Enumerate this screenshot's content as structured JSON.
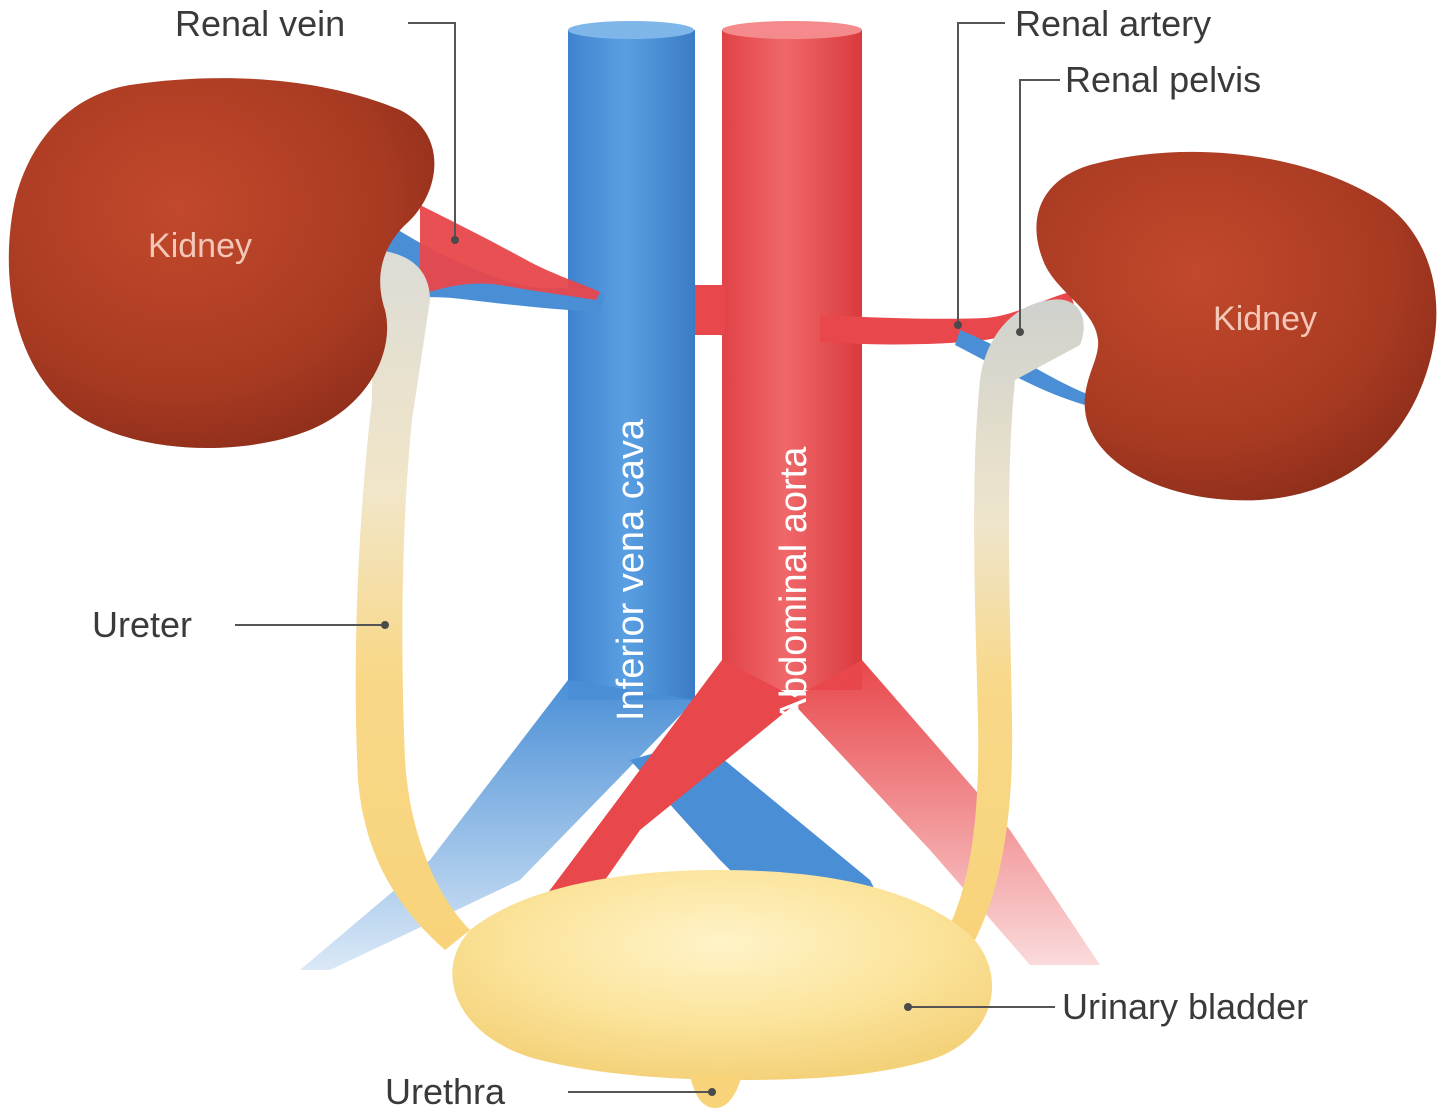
{
  "labels": {
    "renal_vein": "Renal vein",
    "renal_artery": "Renal artery",
    "renal_pelvis": "Renal pelvis",
    "kidney_left": "Kidney",
    "kidney_right": "Kidney",
    "ureter": "Ureter",
    "urinary_bladder": "Urinary bladder",
    "urethra": "Urethra",
    "inferior_vena_cava": "Inferior vena cava",
    "abdominal_aorta": "Abdominal aorta"
  },
  "colors": {
    "vein": "#4a8fd6",
    "artery": "#e8474b",
    "kidney": "#a83a22",
    "ureter": "#f7d47e",
    "bladder": "#fbe39a"
  }
}
